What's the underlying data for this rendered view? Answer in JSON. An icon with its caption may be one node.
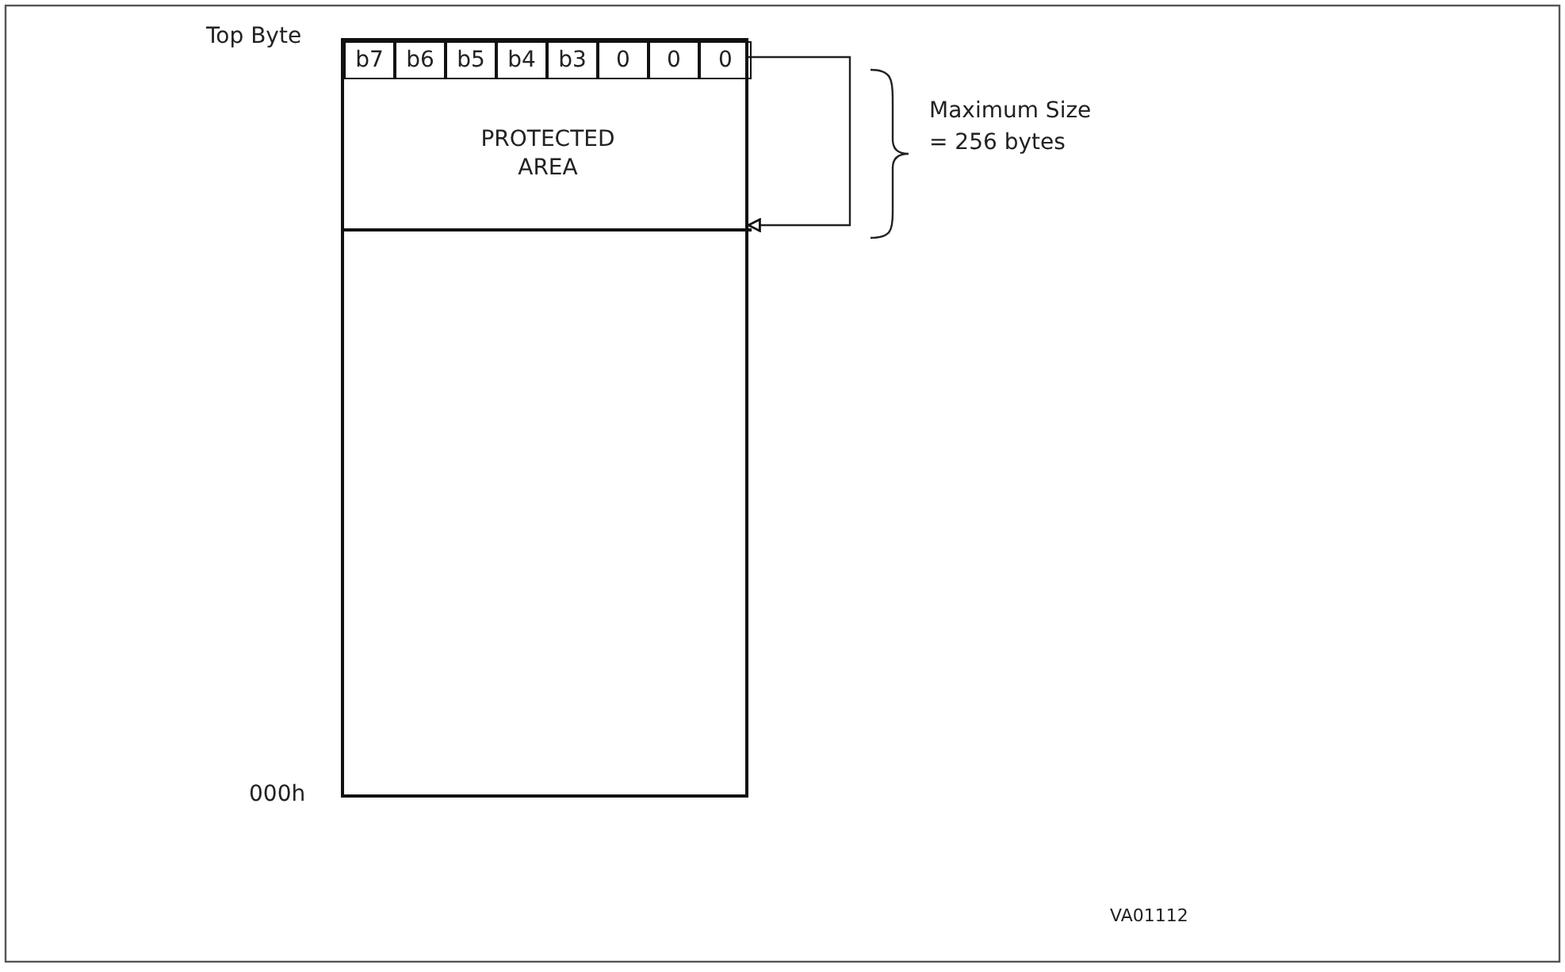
{
  "diagram": {
    "nodes": [
      {
        "text": [],
        "shape": "box"
      },
      {
        "text": [
          "b7"
        ],
        "in": 0
      },
      {
        "text": [
          "b6"
        ],
        "in": 0
      },
      {
        "text": [
          "b5"
        ],
        "in": 0
      },
      {
        "text": [
          "b4"
        ],
        "in": 0
      },
      {
        "text": [
          "b3"
        ],
        "in": 0
      },
      {
        "text": [
          "0"
        ],
        "in": 0
      },
      {
        "text": [
          "0"
        ],
        "in": 0
      },
      {
        "text": [
          "0"
        ],
        "in": 0
      },
      {
        "text": [
          "PROTECTED AREA"
        ],
        "in": 0
      }
    ],
    "edges": [
      {
        "from": 8,
        "to": 9,
        "arrow": "to"
      }
    ],
    "labels": [
      "Top Byte",
      "Maximum Size = 256 bytes",
      "000h",
      "VA01112"
    ]
  }
}
